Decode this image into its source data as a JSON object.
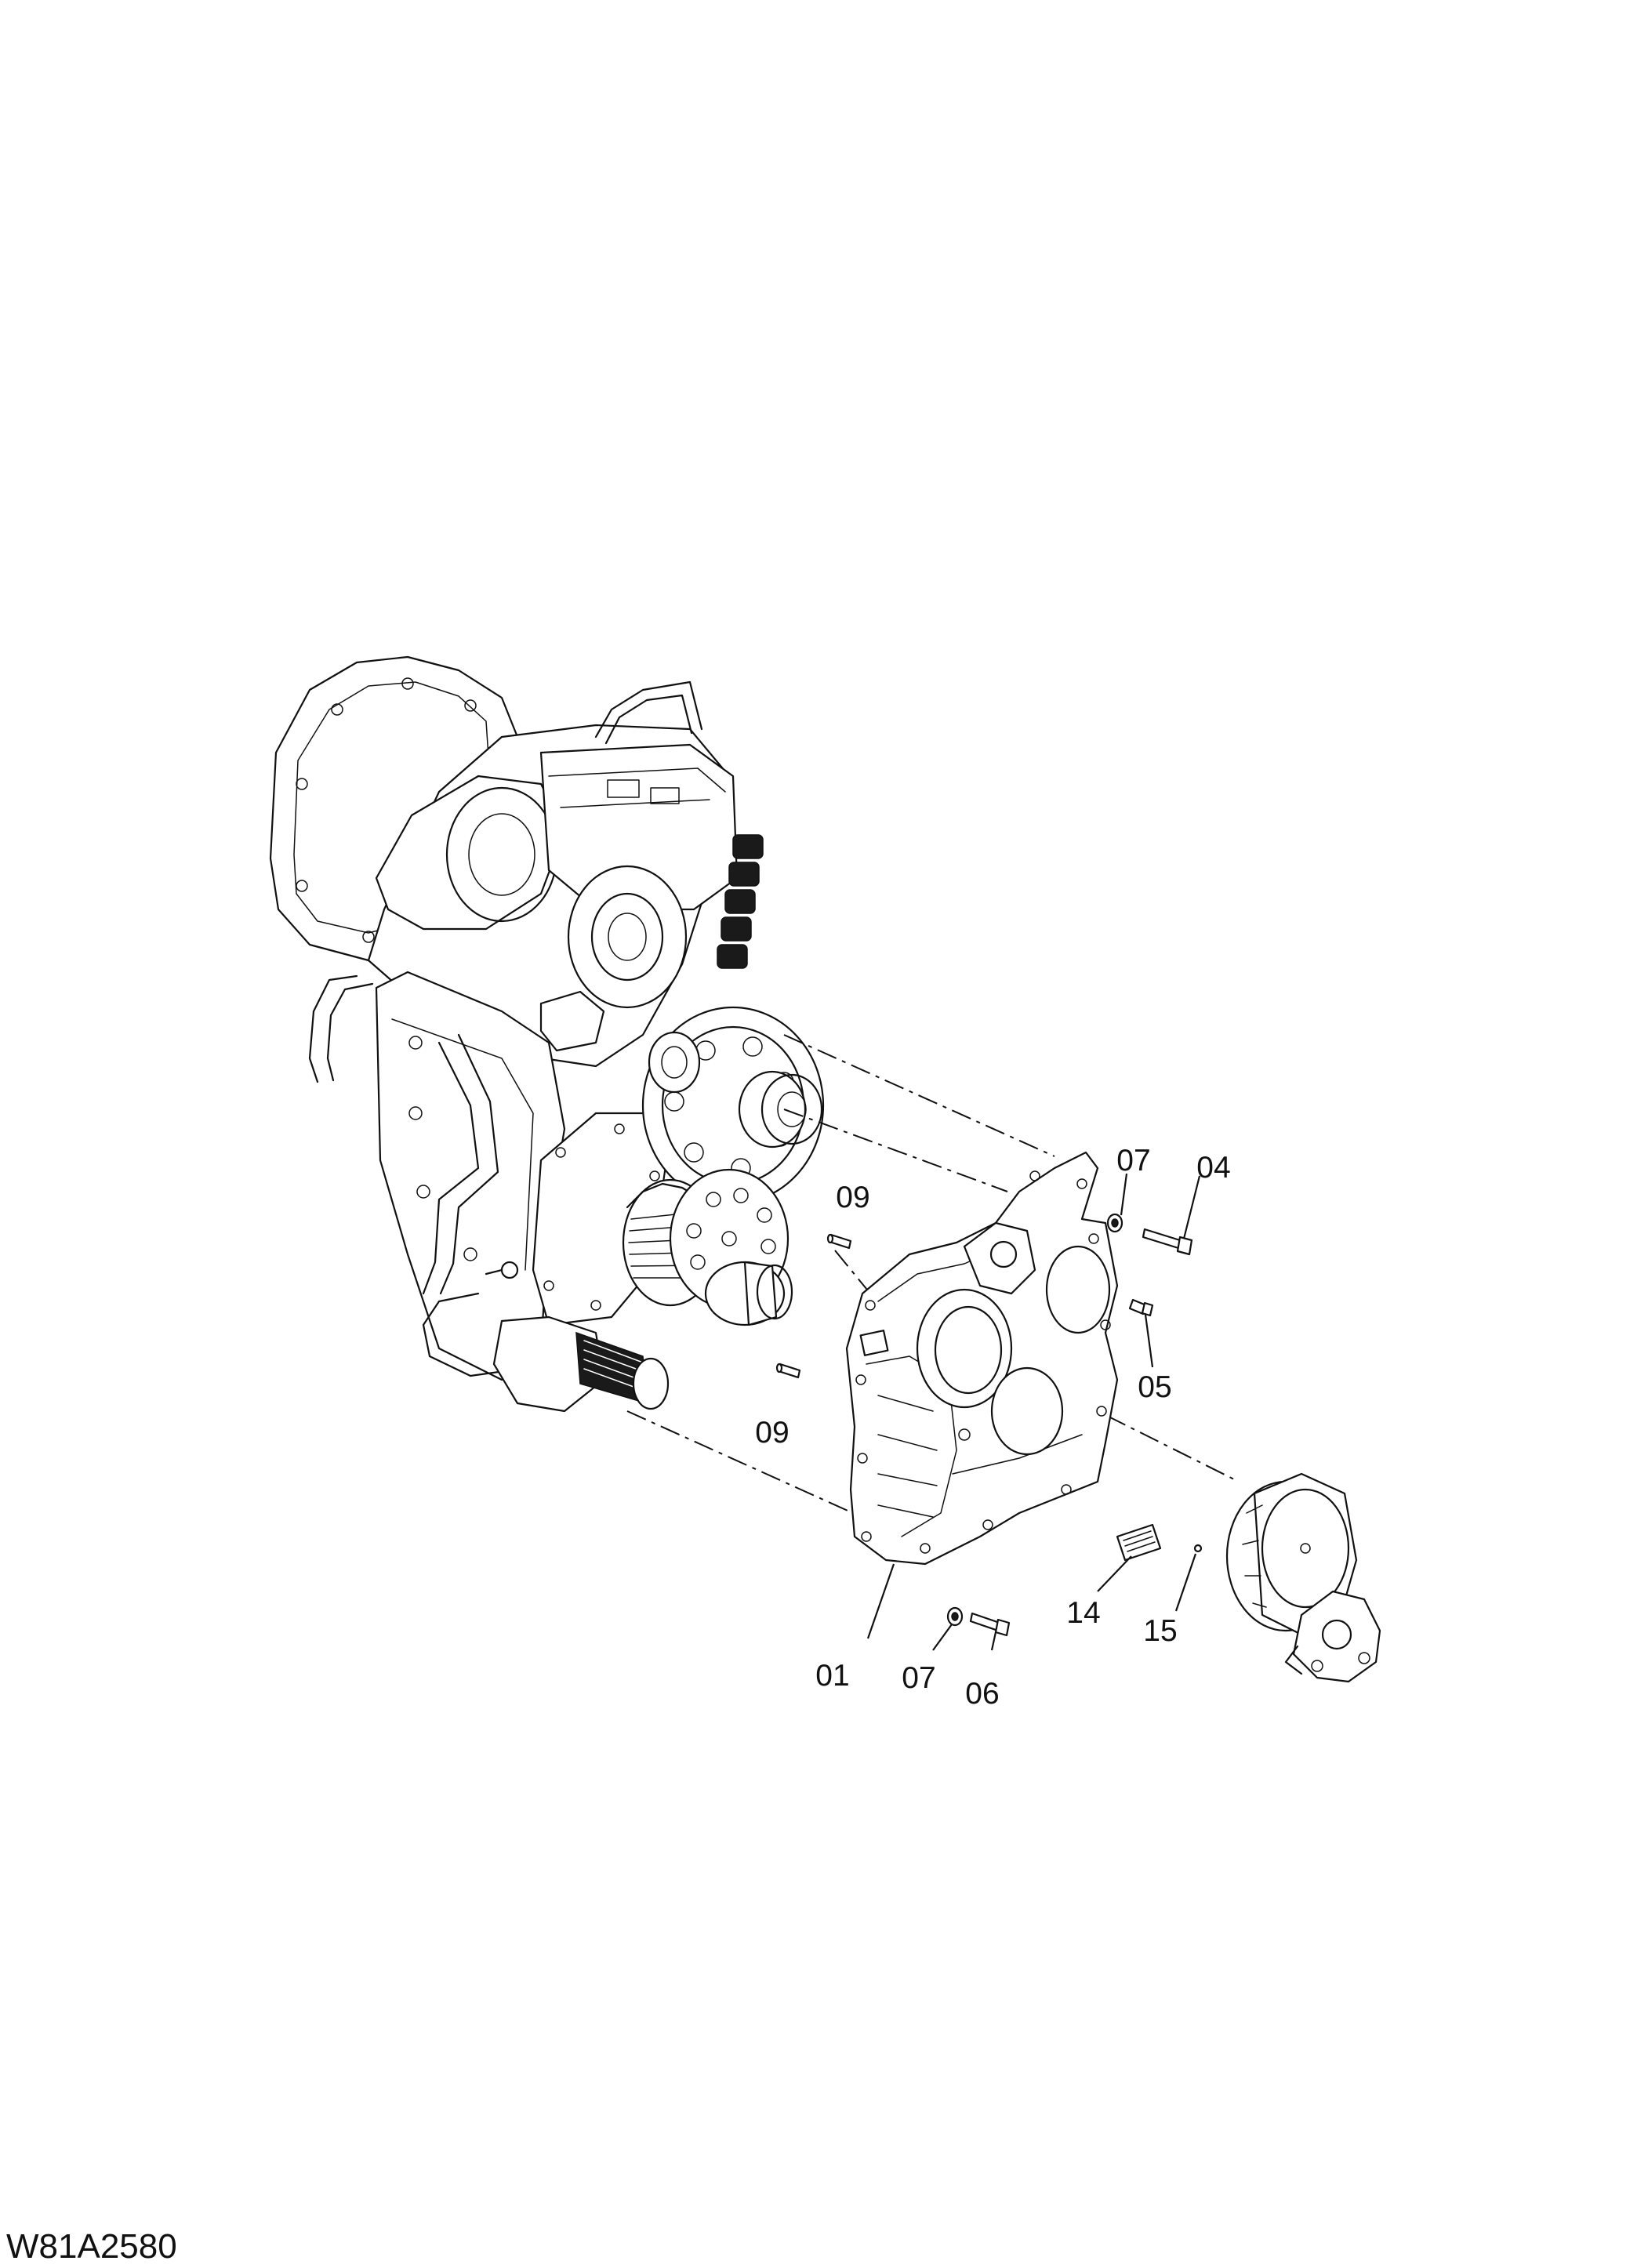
{
  "figure_id": "W81A2580",
  "callouts": {
    "c01": "01",
    "c04": "04",
    "c05": "05",
    "c06": "06",
    "c07_top": "07",
    "c07_bottom": "07",
    "c09_top": "09",
    "c09_mid": "09",
    "c14": "14",
    "c15": "15"
  },
  "colors": {
    "ink": "#111111",
    "background": "#ffffff"
  }
}
